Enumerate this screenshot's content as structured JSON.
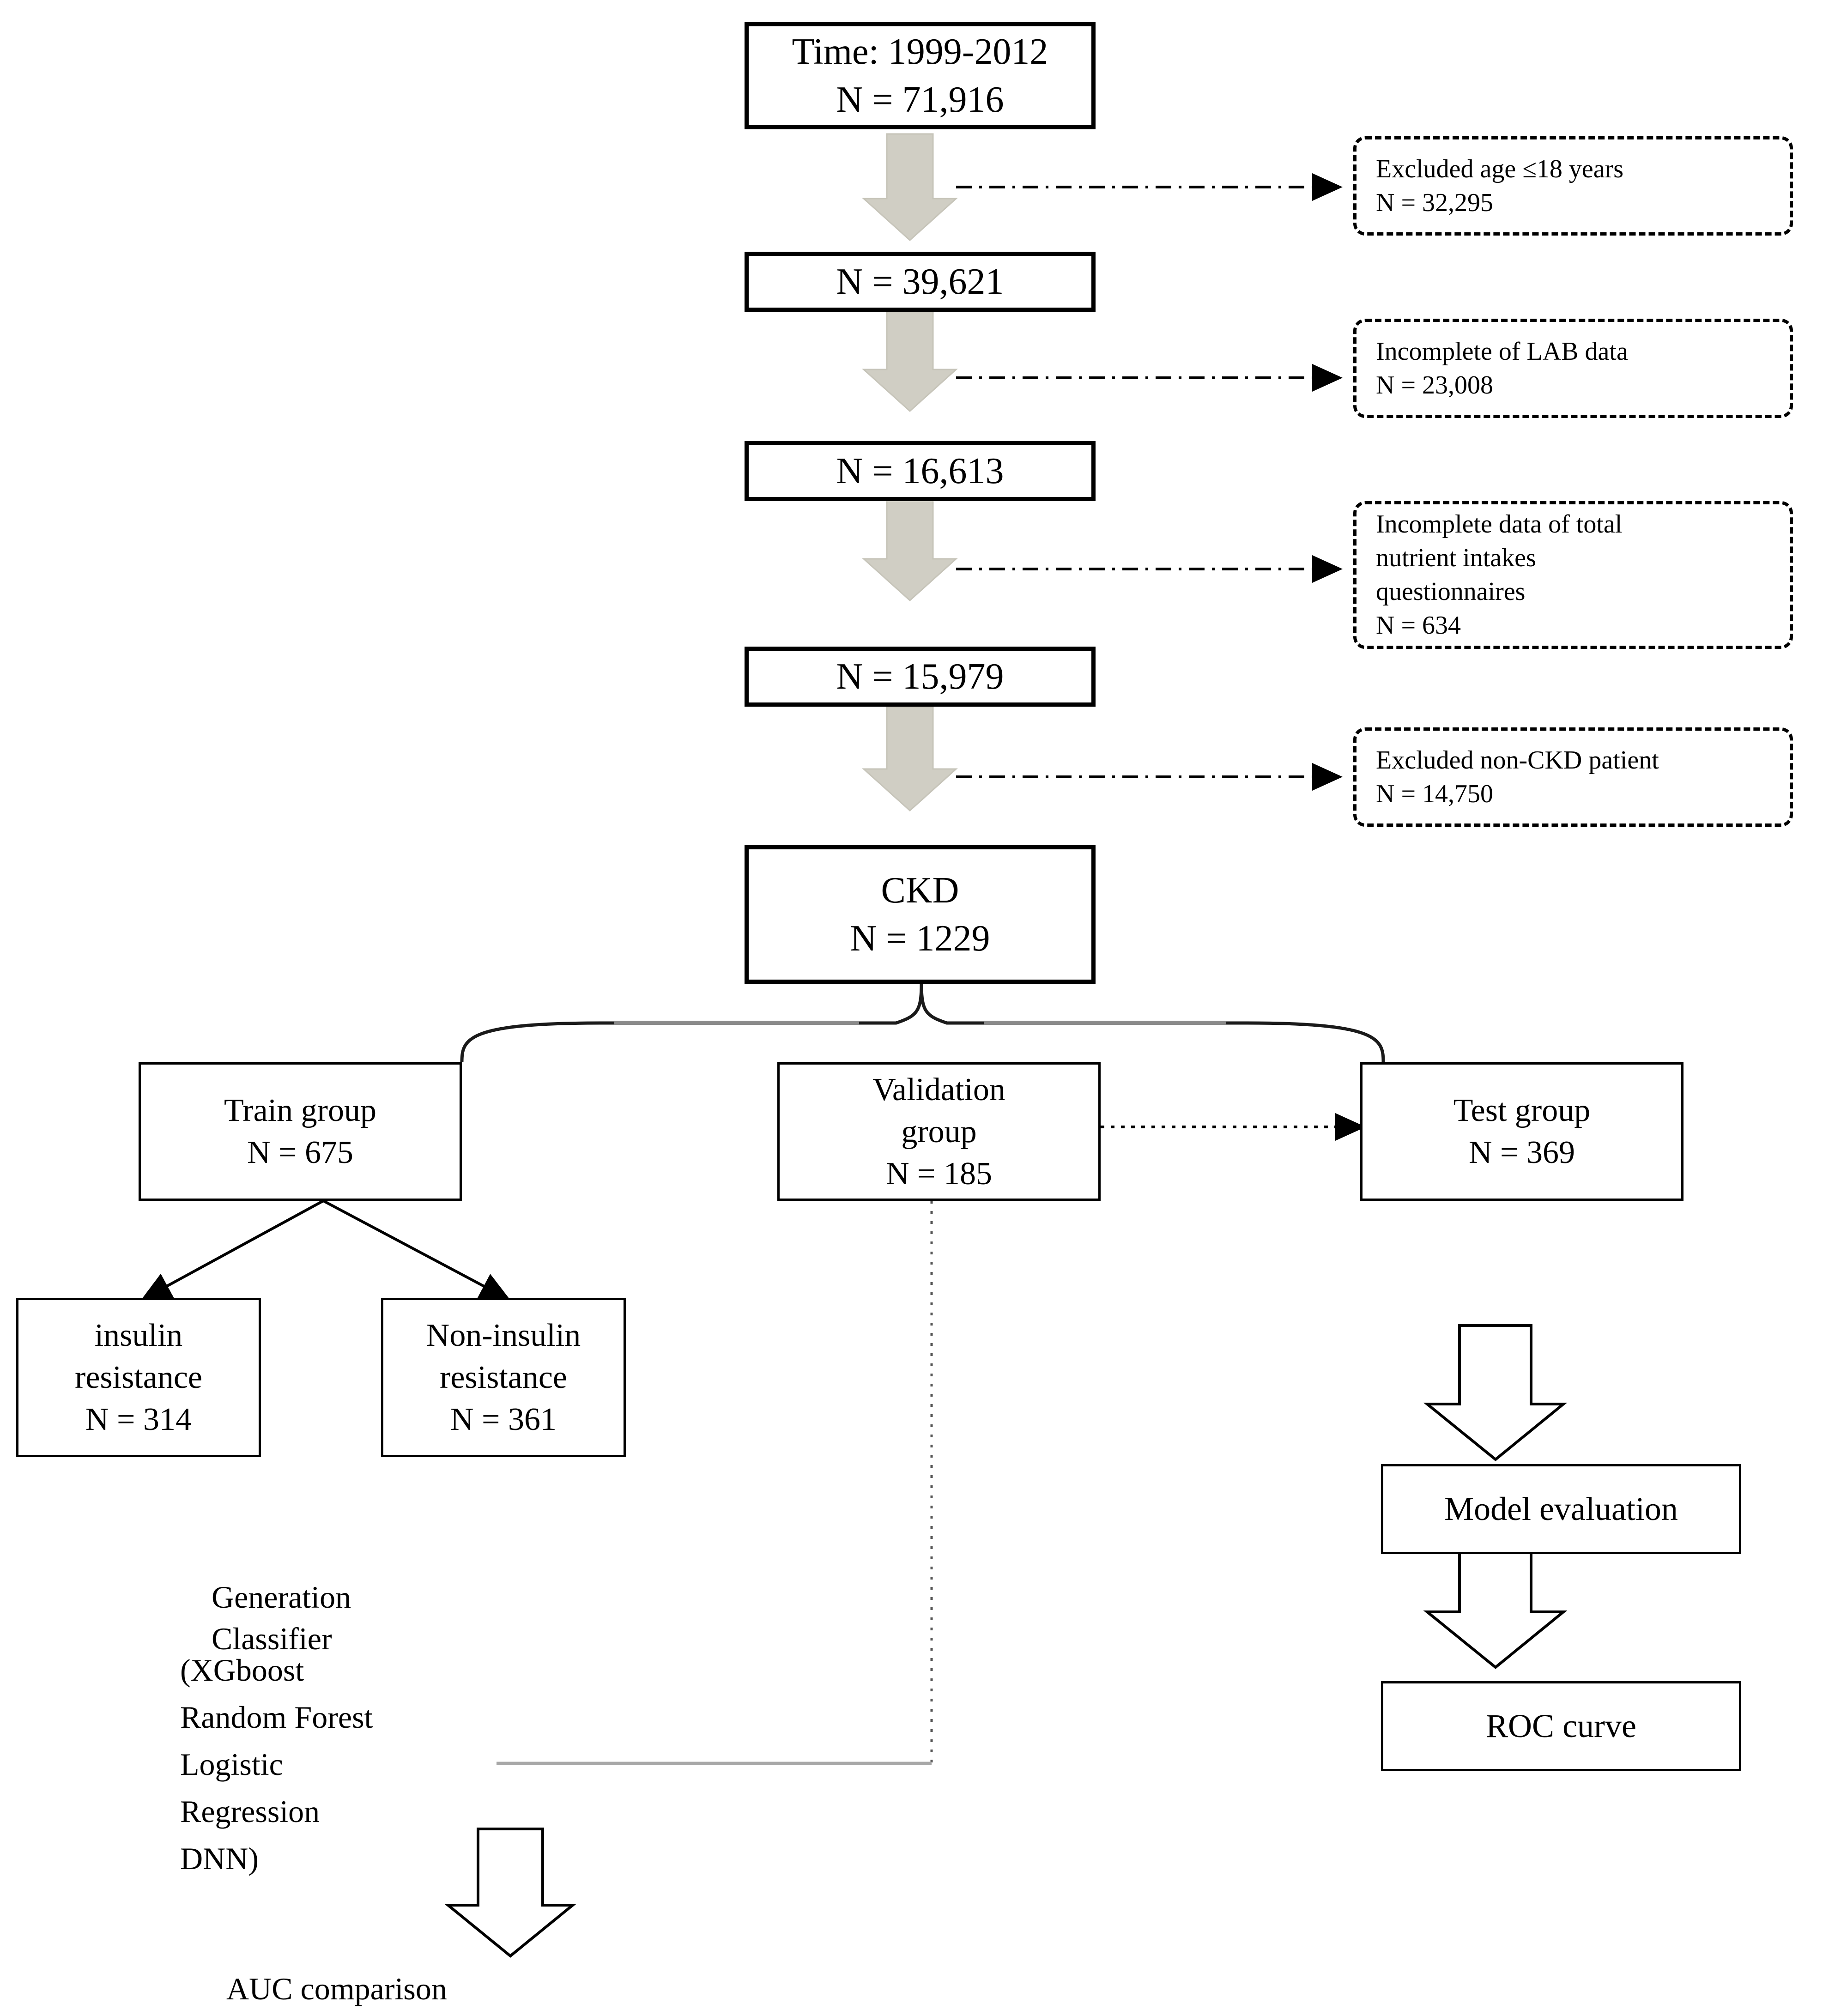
{
  "figure": {
    "kind": "study-flow-diagram",
    "colors": {
      "line": "#000000",
      "grey_arrow_fill": "#d0cec4",
      "grey_arrow_stroke": "#b9b7ac",
      "grey_connector": "#8a8a8a",
      "background": "#ffffff"
    }
  },
  "main_flow": {
    "source_box": {
      "title": "Time: 1999-2012",
      "count": "N = 71,916"
    },
    "steps": [
      {
        "count": "N = 39,621"
      },
      {
        "count": "N = 16,613"
      },
      {
        "count": "N = 15,979"
      }
    ],
    "cohort_box": {
      "title": "CKD",
      "count": "N = 1229"
    }
  },
  "exclusions": [
    {
      "lines": [
        "Excluded age ≤18 years",
        "N = 32,295"
      ]
    },
    {
      "lines": [
        "Incomplete of  LAB data",
        "N = 23,008"
      ]
    },
    {
      "lines": [
        "Incomplete data of total",
        "nutrient intakes",
        "questionnaires",
        "N = 634"
      ]
    },
    {
      "lines": [
        "Excluded non-CKD patient",
        "N = 14,750"
      ]
    }
  ],
  "split_groups": [
    {
      "name": "Train group",
      "name_line2": "",
      "count": "N = 675"
    },
    {
      "name": "Validation",
      "name_line2": "group",
      "count": "N = 185"
    },
    {
      "name": "Test group",
      "name_line2": "",
      "count": "N = 369"
    }
  ],
  "train_children": [
    {
      "line1": "insulin",
      "line2": "resistance",
      "count": "N = 314"
    },
    {
      "line1": "Non-insulin",
      "line2": "resistance",
      "count": "N = 361"
    }
  ],
  "classifier_note": {
    "heading_line1": "Generation",
    "heading_line2": "Classifier",
    "models": "(XGboost\nRandom Forest\nLogistic\nRegression\nDNN)",
    "outcome": "AUC comparison"
  },
  "evaluation_chain": [
    {
      "label": "Model evaluation"
    },
    {
      "label": "ROC curve"
    }
  ]
}
